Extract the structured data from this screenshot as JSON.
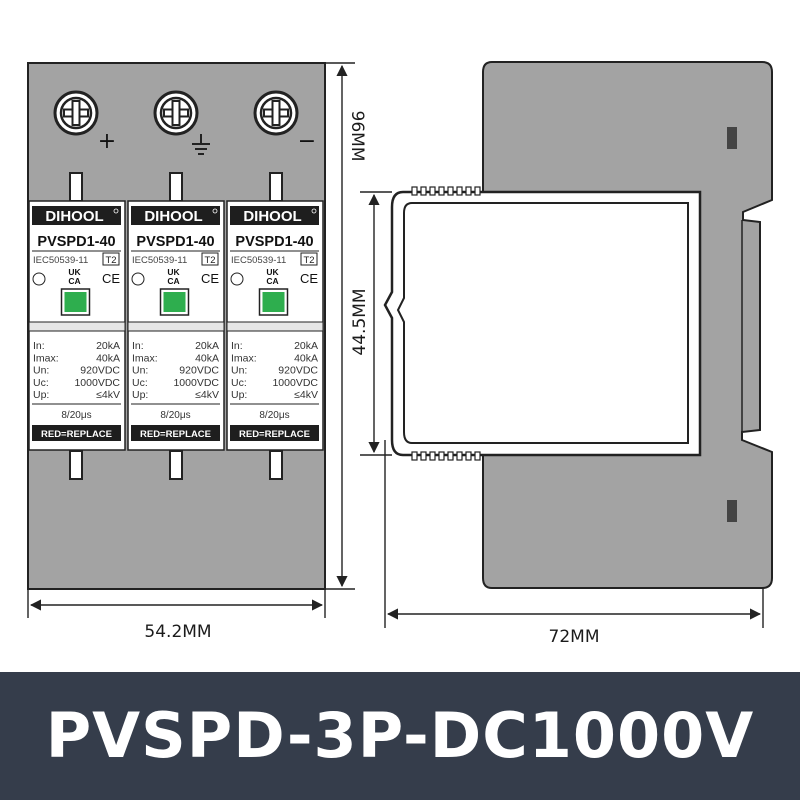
{
  "terminals": [
    {
      "polarity": "+",
      "symbol": "plus"
    },
    {
      "polarity": "",
      "symbol": "ground-icon"
    },
    {
      "polarity": "−",
      "symbol": "minus"
    }
  ],
  "module": {
    "brand": "DIHOOL",
    "model": "PVSPD1-40",
    "standard": "IEC50539-11",
    "type_badge": "T2",
    "cert_ukca_top": "UK",
    "cert_ukca_bottom": "CA",
    "cert_ce": "CE",
    "specs": [
      {
        "label": "In:",
        "value": "20kA"
      },
      {
        "label": "Imax:",
        "value": "40kA"
      },
      {
        "label": "Un:",
        "value": "920VDC"
      },
      {
        "label": "Uc:",
        "value": "1000VDC"
      },
      {
        "label": "Up:",
        "value": "≤4kV"
      }
    ],
    "waveform": "8/20μs",
    "replace_note": "RED=REPLACE"
  },
  "dimensions": {
    "height": "96MM",
    "width": "54.2MM",
    "depth": "72MM",
    "front_height": "44.5MM"
  },
  "colors": {
    "body_gray": "#a3a3a3",
    "window_green": "#2eae4e",
    "footer_bg": "#353d4b"
  },
  "footer": {
    "title": "PVSPD-3P-DC1000V"
  }
}
